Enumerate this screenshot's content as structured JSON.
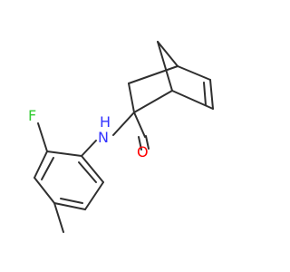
{
  "molecule": {
    "atoms": {
      "fluorine": {
        "symbol": "F",
        "color": "#33cc33"
      },
      "nitrogen_h": {
        "symbol": "N",
        "color": "#3333ff"
      },
      "nitrogen": {
        "symbol": "H",
        "color": "#3333ff"
      },
      "oxygen": {
        "symbol": "O",
        "color": "#ff0000"
      }
    },
    "bond_color": "#2f2f2f"
  }
}
